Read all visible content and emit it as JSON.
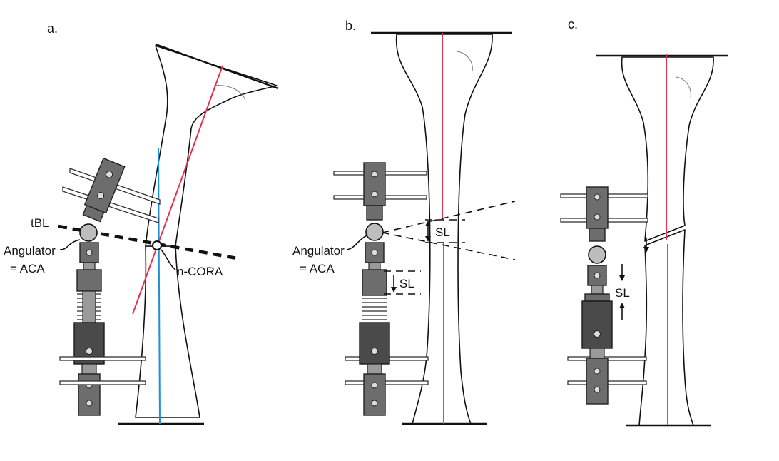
{
  "panels": {
    "a": {
      "label": "a."
    },
    "b": {
      "label": "b."
    },
    "c": {
      "label": "c."
    }
  },
  "labels": {
    "tbl": "tBL",
    "angulator": "Angulator",
    "aca": "= ACA",
    "ncora": "n-CORA",
    "sl": "SL"
  },
  "colors": {
    "mechanical_axis": "#e8304a",
    "anatomical_axis": "#1e90d8"
  }
}
